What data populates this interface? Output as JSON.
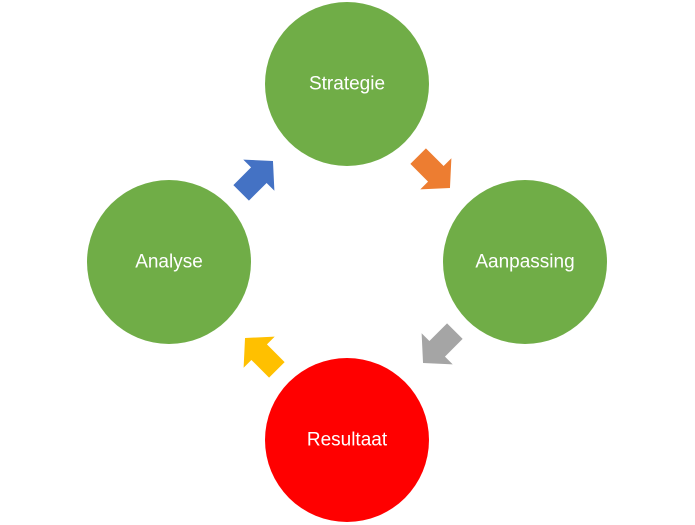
{
  "diagram": {
    "nodes": [
      {
        "id": "strategie",
        "label": "Strategie",
        "color": "#70ad47"
      },
      {
        "id": "aanpassing",
        "label": "Aanpassing",
        "color": "#70ad47"
      },
      {
        "id": "resultaat",
        "label": "Resultaat",
        "color": "#ff0000"
      },
      {
        "id": "analyse",
        "label": "Analyse",
        "color": "#70ad47"
      }
    ],
    "arrows": [
      {
        "from": "strategie",
        "to": "aanpassing",
        "color": "#ed7d31"
      },
      {
        "from": "aanpassing",
        "to": "resultaat",
        "color": "#a5a5a5"
      },
      {
        "from": "resultaat",
        "to": "analyse",
        "color": "#ffc000"
      },
      {
        "from": "analyse",
        "to": "strategie",
        "color": "#4472c4"
      }
    ]
  }
}
